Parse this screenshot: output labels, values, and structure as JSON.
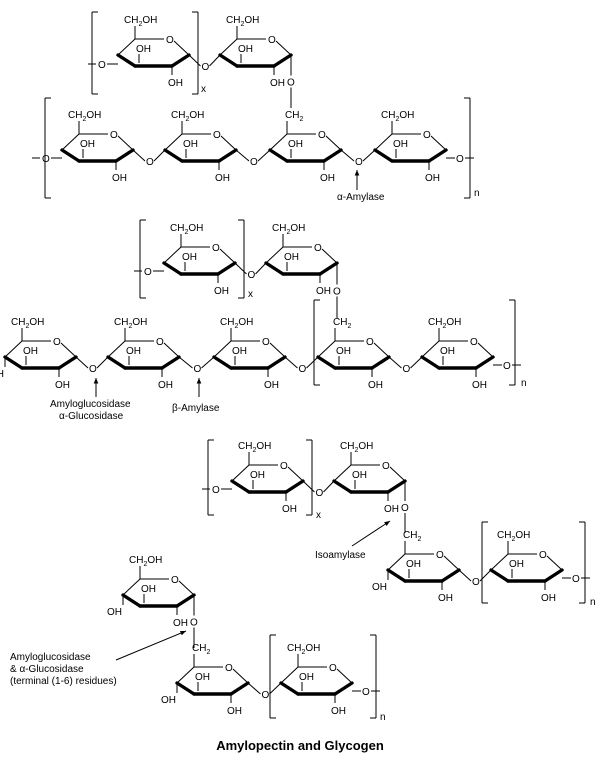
{
  "title": "Amylopectin and Glycogen",
  "labels": {
    "ch2oh": "CH2OH",
    "ch2": "CH2",
    "oh": "OH",
    "o": "O"
  },
  "subscripts": {
    "x": "x",
    "n": "n"
  },
  "enzymes": {
    "alpha_amylase": "α-Amylase",
    "amyloglucosidase": "Amyloglucosidase",
    "alpha_glucosidase": "α-Glucosidase",
    "beta_amylase": "β-Amylase",
    "isoamylase": "Isoamylase",
    "debranch_line1": "Amyloglucosidase",
    "debranch_line2": "& α-Glucosidase",
    "debranch_line3": "(terminal (1-6) residues)"
  }
}
